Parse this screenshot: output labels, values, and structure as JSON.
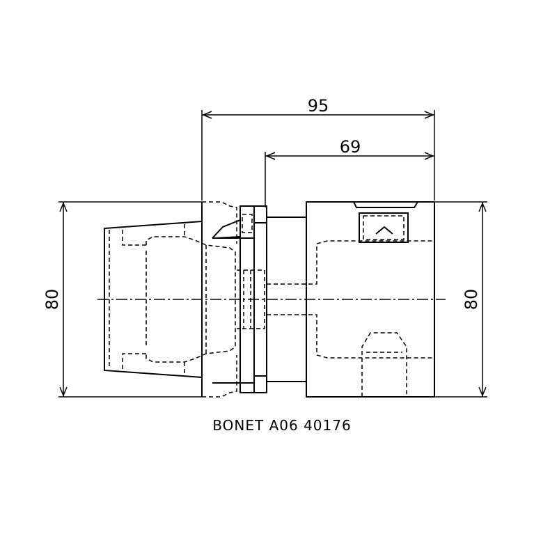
{
  "drawing": {
    "dimensions": {
      "overall_length": "95",
      "partial_length": "69",
      "left_height": "80",
      "right_height": "80"
    },
    "caption": "BONET A06 40176"
  }
}
